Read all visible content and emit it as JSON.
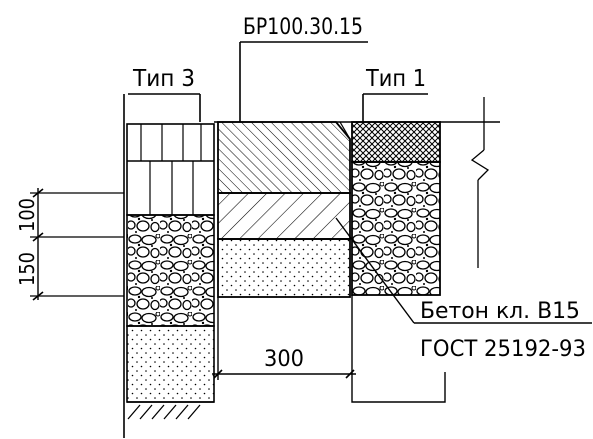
{
  "labels": {
    "curb_mark": "БР100.30.15",
    "type3": "Тип 3",
    "type1": "Тип 1",
    "concrete": "Бетон кл. В15",
    "gost": "ГОСТ 25192-93"
  },
  "dimensions": {
    "width": "300",
    "layer_top": "100",
    "layer_bottom": "150"
  }
}
